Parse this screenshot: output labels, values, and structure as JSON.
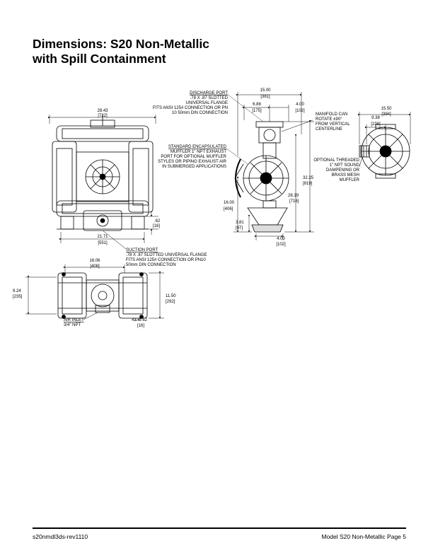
{
  "title": {
    "line1": "Dimensions: S20 Non-Metallic",
    "line2": "with Spill Containment"
  },
  "front_view": {
    "overall_width": "28.43",
    "overall_width_mm": "[722]",
    "base_width": "21.71",
    "base_width_mm": "[551]",
    "foot_height": ".62",
    "foot_height_mm": "[16]",
    "suction_port_title": "SUCTION PORT",
    "suction_port_line2": ".78 X .87 SLOTTED UNIVERSAL FLANGE",
    "suction_port_line3": "FITS ANSI 125# CONNECTION OR PN10",
    "suction_port_line4": "50mm DIN CONNECTION"
  },
  "discharge": {
    "title": "DISCHARGE PORT",
    "line2": ".78 X .87 SLOTTED",
    "line3": "UNIVERSAL FLANGE",
    "line4": "FITS ANSI 125# CONNECTION OR PN",
    "line5": "10 50mm DIN CONNECTION"
  },
  "muffler": {
    "title": "STANDARD ENCAPSULATED",
    "line2": "MUFFLER 1\" NPT EXHAUST",
    "line3": "PORT FOR OPTIONAL MUFFLER",
    "line4": "STYLES OR PIPING EXHAUST AIR",
    "line5": "IN SUBMERGED APPLICATIONS"
  },
  "side_view": {
    "width_top": "15.00",
    "width_top_mm": "[381]",
    "flange_offset": "6.88",
    "flange_offset_mm": "[175]",
    "flange_right": "4.00",
    "flange_right_mm": "[102]",
    "height_total": "32.25",
    "height_total_mm": "[819]",
    "height_mid": "28.19",
    "height_mid_mm": "[716]",
    "height_inlet": "16.00",
    "height_inlet_mm": "[406]",
    "base_height": "3.81",
    "base_height_mm": "[97]",
    "base_width": "4.00",
    "base_width_mm": "[102]",
    "manifold_line1": "MANIFOLD CAN",
    "manifold_line2": "ROTATE ±90°",
    "manifold_line3": "FROM VERTICAL",
    "manifold_line4": "CENTERLINE"
  },
  "end_view": {
    "width": "15.50",
    "width_mm": "[394]",
    "half_width": "9.38",
    "half_width_mm": "[238]",
    "optional_line1": "OPTIONAL THREADED",
    "optional_line2": "1\" NPT SOUND",
    "optional_line3": "DAMPENING OR",
    "optional_line4": "BRASS MESH",
    "optional_line5": "MUFFLER"
  },
  "top_view": {
    "width": "16.06",
    "width_mm": "[408]",
    "depth_left": "9.24",
    "depth_left_mm": "[235]",
    "depth_right": "11.50",
    "depth_right_mm": "[292]",
    "bolt": "4X Ø.62",
    "bolt_mm": "[16]",
    "air_inlet_line1": "AIR INLET",
    "air_inlet_line2": "3/4\" NPT"
  },
  "footer": {
    "left": "s20nmdl3ds-rev1110",
    "right": "Model S20 Non-Metallic Page 5"
  }
}
